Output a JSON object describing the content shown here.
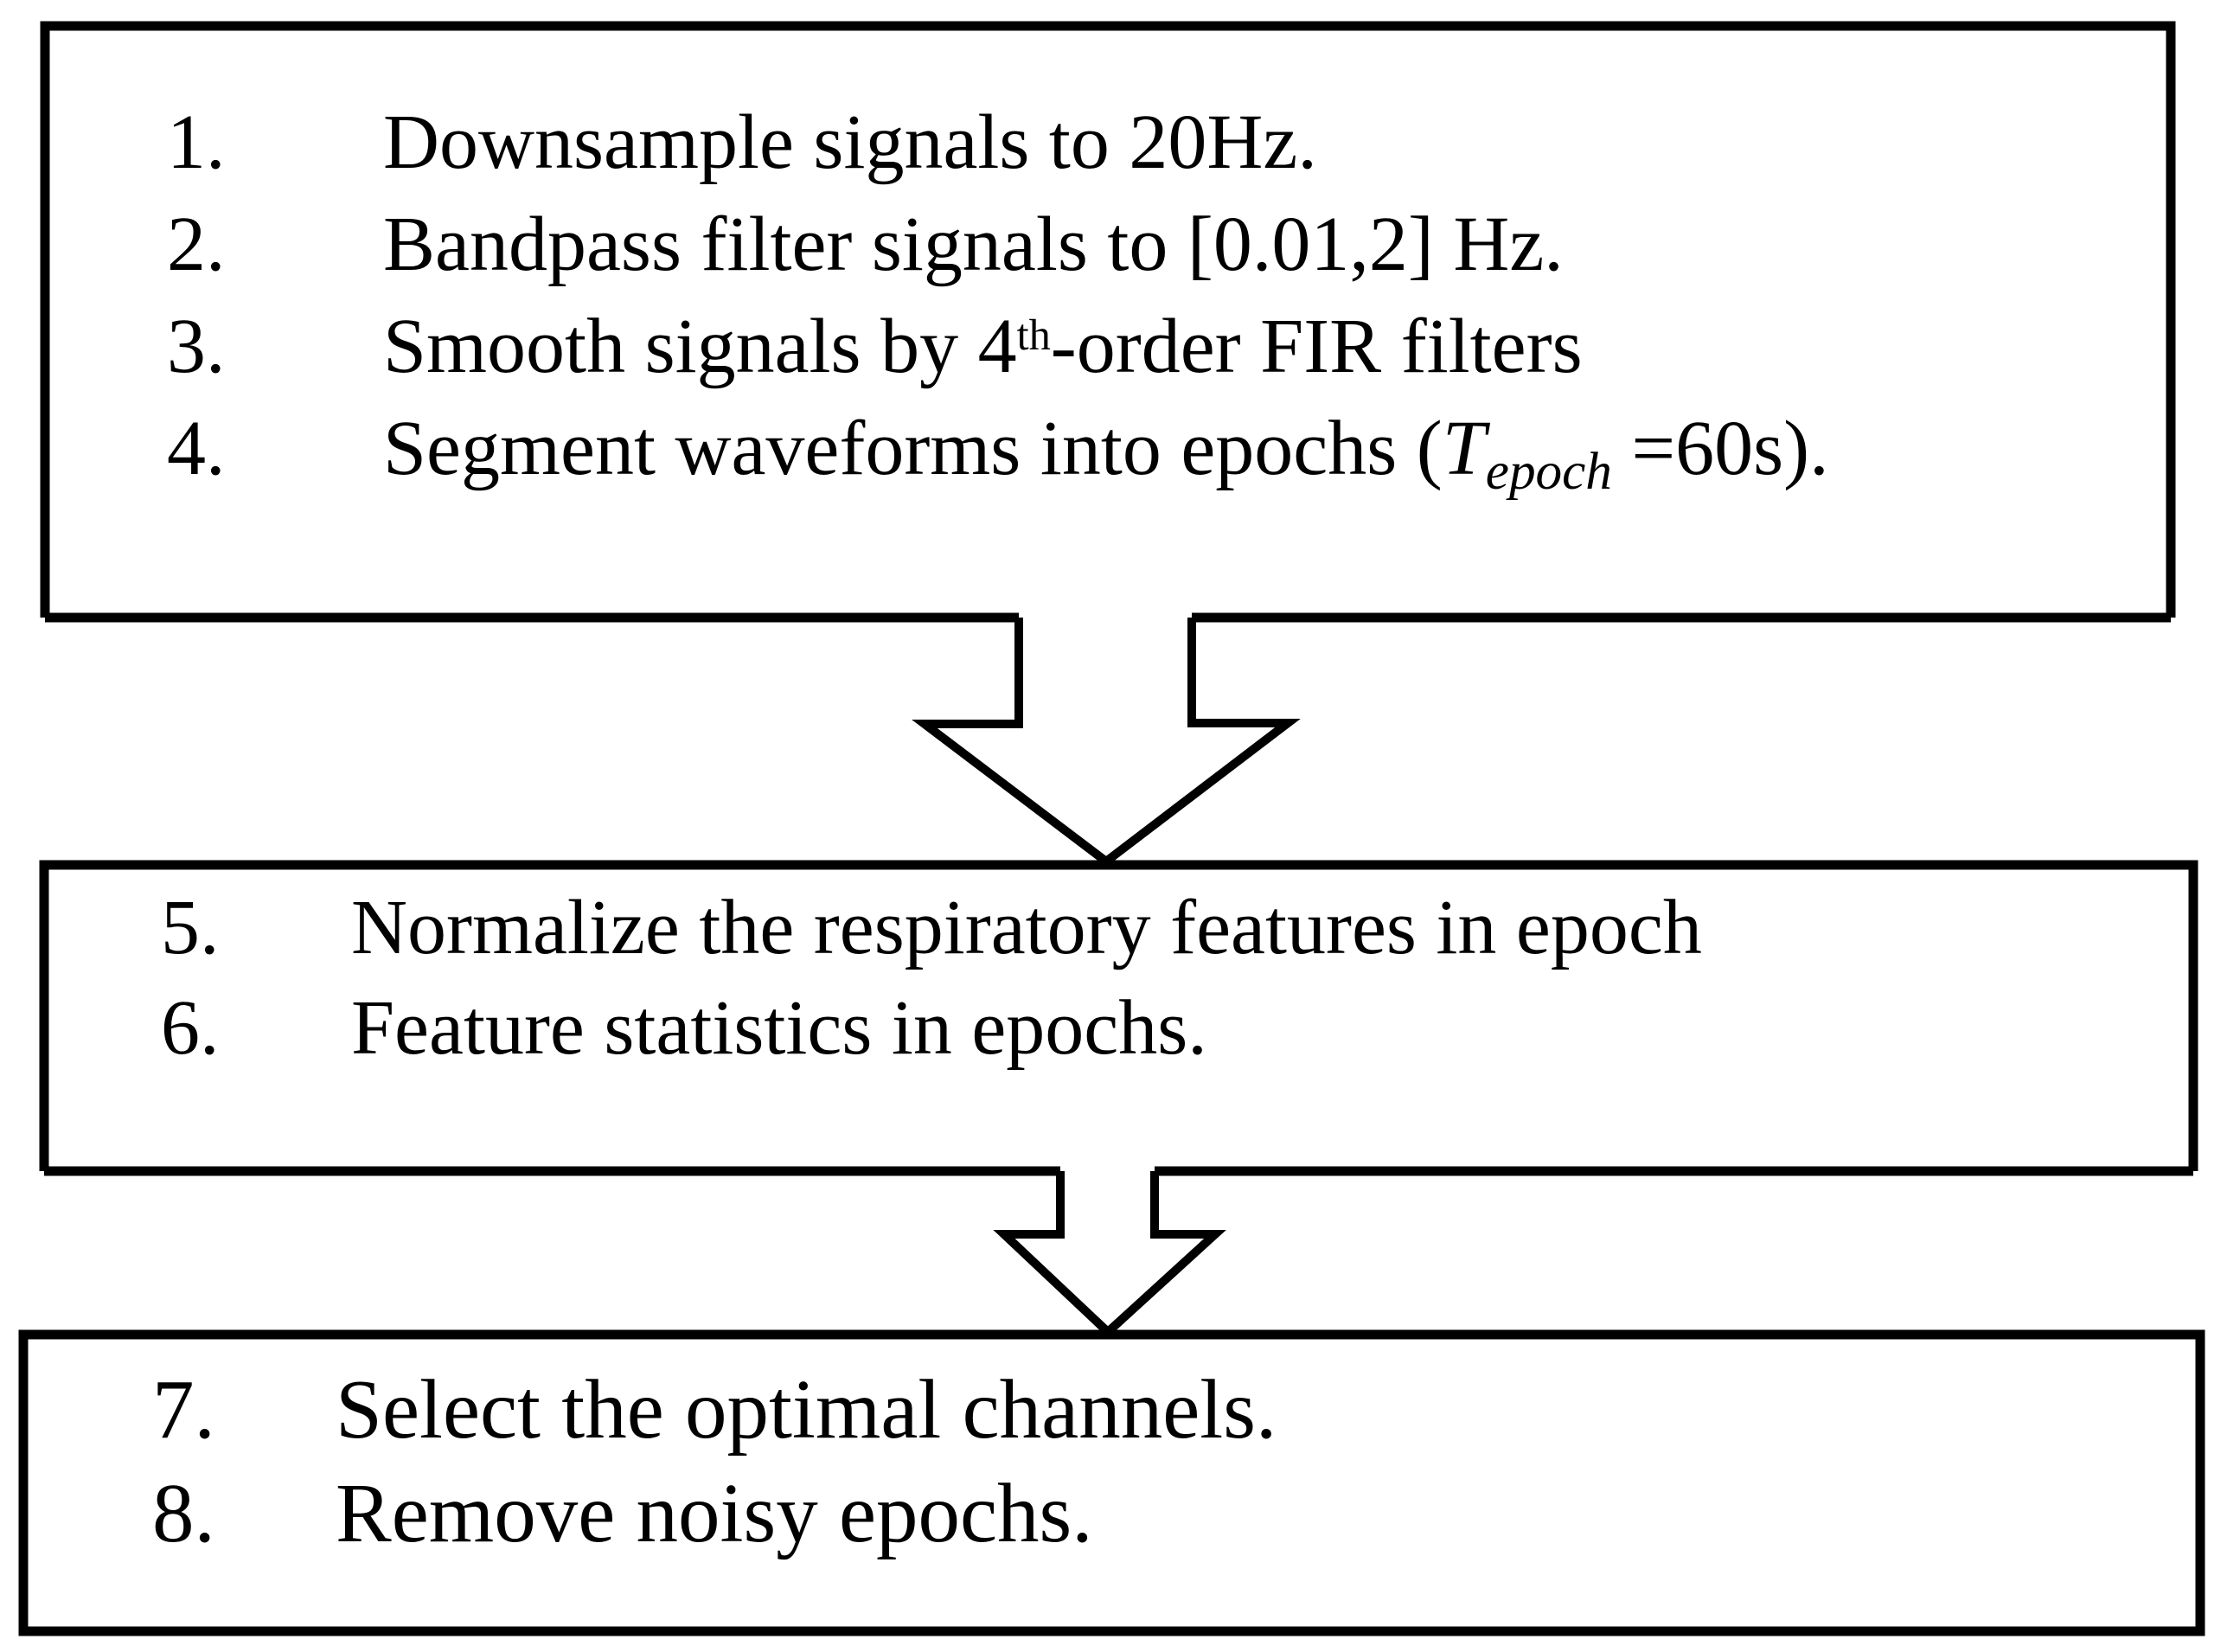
{
  "flowchart": {
    "colors": {
      "stroke": "#000000",
      "background": "#ffffff"
    },
    "boxes": [
      {
        "name": "preprocessing-steps",
        "items": [
          {
            "num": "1.",
            "text": "Downsample signals to 20Hz."
          },
          {
            "num": "2.",
            "text": "Bandpass filter signals to [0.01,2] Hz."
          },
          {
            "num": "3.",
            "pre": "Smooth signals by 4",
            "sup": "th",
            "post": "-order FIR filters"
          },
          {
            "num": "4.",
            "pre": "Segment waveforms into epochs (",
            "variable": "T",
            "sub": "epoch",
            "post": " =60s)."
          }
        ]
      },
      {
        "name": "feature-steps",
        "items": [
          {
            "num": "5.",
            "text": "Normalize the respiratory features in epoch"
          },
          {
            "num": "6.",
            "text": "Feature statistics in epochs."
          }
        ]
      },
      {
        "name": "selection-steps",
        "items": [
          {
            "num": "7.",
            "text": "Select the optimal channels."
          },
          {
            "num": "8.",
            "text": "Remove noisy epochs."
          }
        ]
      }
    ],
    "connectors": [
      {
        "type": "block-arrow-down",
        "from": "preprocessing-steps",
        "to": "feature-steps"
      },
      {
        "type": "block-arrow-down",
        "from": "feature-steps",
        "to": "selection-steps"
      }
    ]
  }
}
